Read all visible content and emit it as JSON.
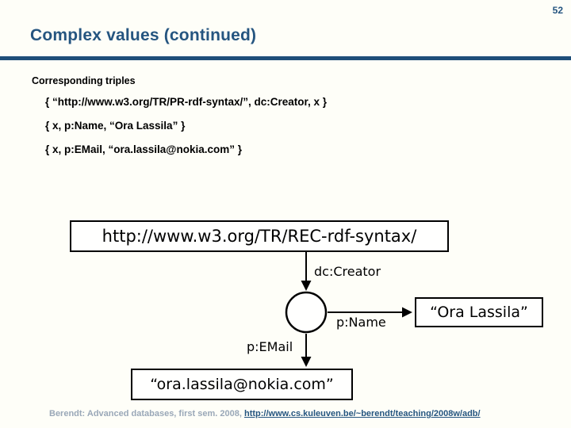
{
  "page": {
    "number": "52",
    "title": "Complex values (continued)"
  },
  "content": {
    "heading": "Corresponding triples",
    "triples": [
      "{ “http://www.w3.org/TR/PR-rdf-syntax/”, dc:Creator, x }",
      "{ x, p:Name, “Ora Lassila” }",
      "{ x, p:EMail, “ora.lassila@nokia.com” }"
    ]
  },
  "diagram": {
    "uri_node": "http://www.w3.org/TR/REC-rdf-syntax/",
    "edge_dc_creator": "dc:Creator",
    "edge_p_name": "p:Name",
    "edge_p_email": "p:EMail",
    "literal_name": "“Ora Lassila”",
    "literal_email": "“ora.lassila@nokia.com”"
  },
  "footer": {
    "credit": "Berendt: Advanced databases, first sem. 2008, ",
    "link": "http://www.cs.kuleuven.be/~berendt/teaching/2008w/adb/"
  },
  "colors": {
    "accent_blue": "#255580",
    "divider_blue": "#1f4e79",
    "footer_gray": "#9aa8b8",
    "text_black": "#000000"
  }
}
